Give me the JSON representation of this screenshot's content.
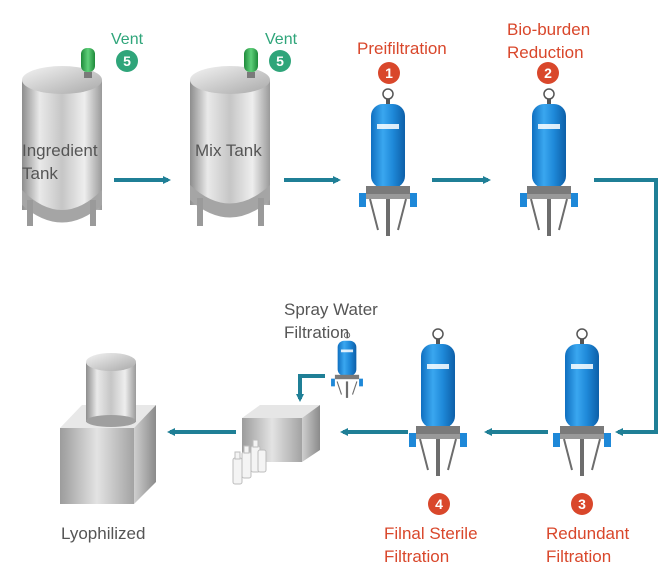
{
  "steps": {
    "ingredient_tank": {
      "label_line1": "Ingredient",
      "label_line2": "Tank",
      "vent_label": "Vent",
      "vent_badge": "5"
    },
    "mix_tank": {
      "label": "Mix Tank",
      "vent_label": "Vent",
      "vent_badge": "5"
    },
    "prefiltration": {
      "label": "Preifiltration",
      "badge": "1"
    },
    "bioburden": {
      "label_line1": "Bio-burden",
      "label_line2": "Reduction",
      "badge": "2"
    },
    "redundant": {
      "label_line1": "Redundant",
      "label_line2": "Filtration",
      "badge": "3"
    },
    "final_sterile": {
      "label_line1": "Filnal Sterile",
      "label_line2": "Filtration",
      "badge": "4"
    },
    "spray_water": {
      "label_line1": "Spray Water",
      "label_line2": "Filtration"
    },
    "lyophilized": {
      "label": "Lyophilized"
    }
  },
  "colors": {
    "step_label": "#d9472b",
    "vent": "#2fa57a",
    "arrow": "#1f7f96",
    "filter_body": "#1e88d8",
    "tank_steel": "#b9b9b9"
  },
  "icons": [
    "vent-valve-icon",
    "filter-housing-icon",
    "steel-tank-icon",
    "vial-icon",
    "lyophilizer-icon"
  ]
}
